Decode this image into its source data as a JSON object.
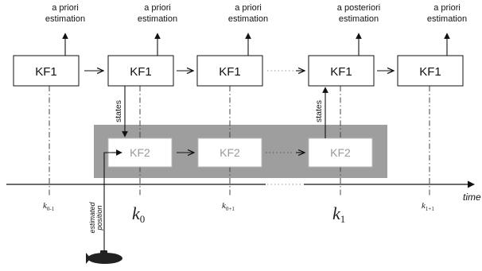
{
  "kf1": {
    "boxes": [
      "KF1",
      "KF1",
      "KF1",
      "KF1",
      "KF1"
    ],
    "estimations": [
      [
        "a priori",
        "estimation"
      ],
      [
        "a priori",
        "estimation"
      ],
      [
        "a priori",
        "estimation"
      ],
      [
        "a posteriori",
        "estimation"
      ],
      [
        "a priori",
        "estimation"
      ]
    ]
  },
  "kf2": {
    "boxes": [
      "KF2",
      "KF2",
      "KF2"
    ]
  },
  "labels": {
    "states_down": "states",
    "states_up": "states",
    "estimated": "estimated",
    "position": "position",
    "time": "time"
  },
  "ticks": {
    "k0m1": {
      "base": "k",
      "sub": "0-1"
    },
    "k0": {
      "base": "k",
      "sub": "0"
    },
    "k0p1": {
      "base": "k",
      "sub": "0+1"
    },
    "k1": {
      "base": "k",
      "sub": "1"
    },
    "k1p1": {
      "base": "k",
      "sub": "1+1"
    }
  },
  "colors": {
    "panel": "#9e9e9e",
    "kf2_text": "#9a9a9a",
    "line": "#111111",
    "vehicle": "#222222"
  },
  "icons": {
    "vehicle": "submarine-icon"
  }
}
